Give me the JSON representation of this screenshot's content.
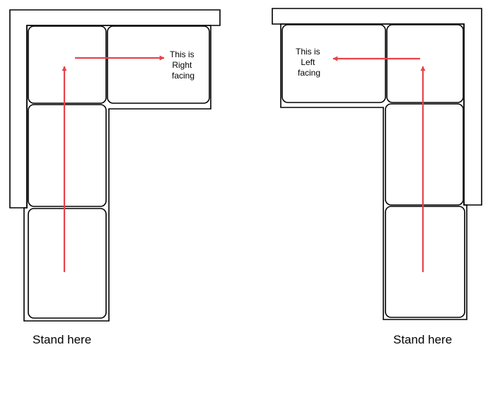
{
  "colors": {
    "outline": "#000000",
    "arrow": "#e8434a",
    "background": "#ffffff"
  },
  "left_sofa": {
    "note_lines": [
      "This is",
      "Right",
      "facing"
    ],
    "caption": "Stand here"
  },
  "right_sofa": {
    "note_lines": [
      "This is",
      "Left",
      "facing"
    ],
    "caption": "Stand here"
  }
}
